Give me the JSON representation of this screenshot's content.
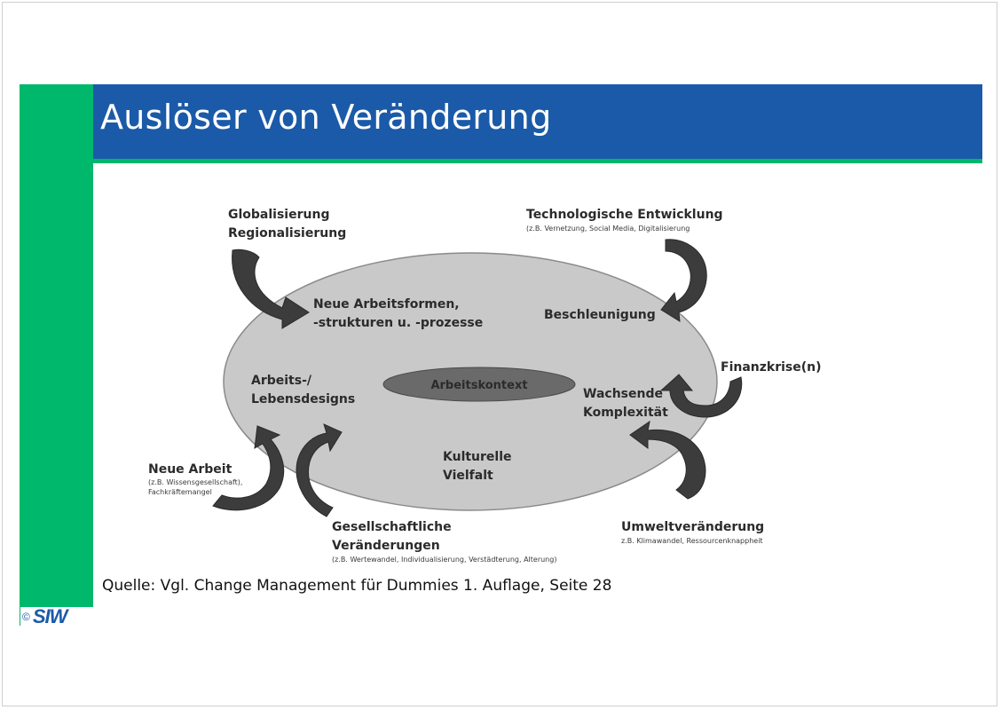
{
  "slide": {
    "title": "Auslöser von Veränderung",
    "source": "Quelle: Vgl. Change Management für Dummies 1. Auflage, Seite 28",
    "logo": {
      "copyright": "©",
      "brand": "SIW"
    }
  },
  "colors": {
    "title_bar": "#1b5aa8",
    "accent_green": "#00b86b",
    "ellipse_outer": "#c9c9c9",
    "ellipse_inner": "#6a6a6a",
    "arrow": "#3c3c3c"
  },
  "diagram": {
    "center": "Arbeitskontext",
    "inner_labels": {
      "neue_arbeitsformen": [
        "Neue Arbeitsformen,",
        "-strukturen u. -prozesse"
      ],
      "beschleunigung": "Beschleunigung",
      "arbeits_lebensdesigns": [
        "Arbeits-/",
        "Lebensdesigns"
      ],
      "wachsende_komplexitaet": [
        "Wachsende",
        "Komplexität"
      ],
      "kulturelle_vielfalt": [
        "Kulturelle",
        "Vielfalt"
      ]
    },
    "drivers": {
      "globalisierung": [
        "Globalisierung",
        "Regionalisierung"
      ],
      "technologie": {
        "title": "Technologische Entwicklung",
        "note": "(z.B. Vernetzung, Social Media, Digitalisierung"
      },
      "finanzkrise": "Finanzkrise(n)",
      "neue_arbeit": {
        "title": "Neue Arbeit",
        "note": [
          "(z.B. Wissensgesellschaft),",
          "Fachkräftemangel"
        ]
      },
      "gesellschaft": {
        "title": [
          "Gesellschaftliche",
          "Veränderungen"
        ],
        "note": "(z.B. Wertewandel, Individualisierung, Verstädterung, Alterung)"
      },
      "umwelt": {
        "title": "Umweltveränderung",
        "note": "z.B. Klimawandel, Ressourcenknappheit"
      }
    }
  }
}
